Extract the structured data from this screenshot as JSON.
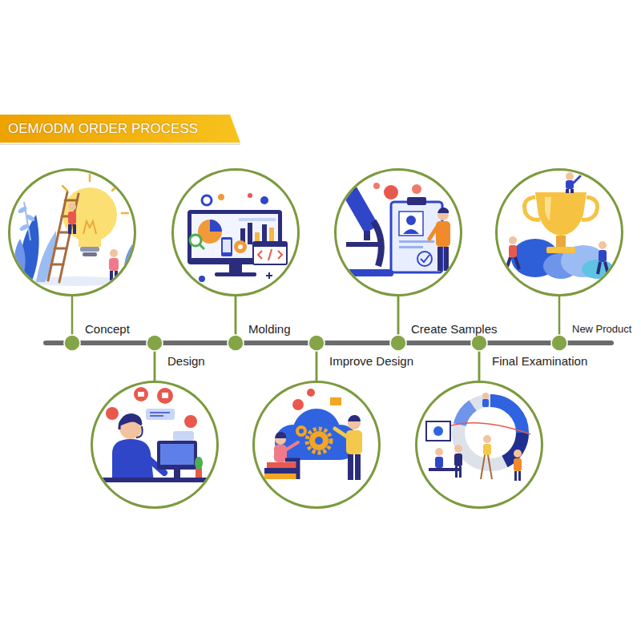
{
  "diagram": {
    "title": "OEM/ODM ORDER PROCESS",
    "nodes": [
      {
        "text": [
          "Concept"
        ]
      },
      {
        "text": [
          "Design"
        ]
      },
      {
        "text": [
          "Molding"
        ]
      },
      {
        "text": [
          "Improve Design"
        ]
      },
      {
        "text": [
          "Create Samples"
        ]
      },
      {
        "text": [
          "Final Examination"
        ]
      },
      {
        "text": [
          "New Product"
        ]
      }
    ],
    "edges": [
      {
        "from": 0,
        "to": 1,
        "arrow": "none"
      },
      {
        "from": 1,
        "to": 2,
        "arrow": "none"
      },
      {
        "from": 2,
        "to": 3,
        "arrow": "none"
      },
      {
        "from": 3,
        "to": 4,
        "arrow": "none"
      },
      {
        "from": 4,
        "to": 5,
        "arrow": "none"
      },
      {
        "from": 5,
        "to": 6,
        "arrow": "none"
      }
    ]
  }
}
